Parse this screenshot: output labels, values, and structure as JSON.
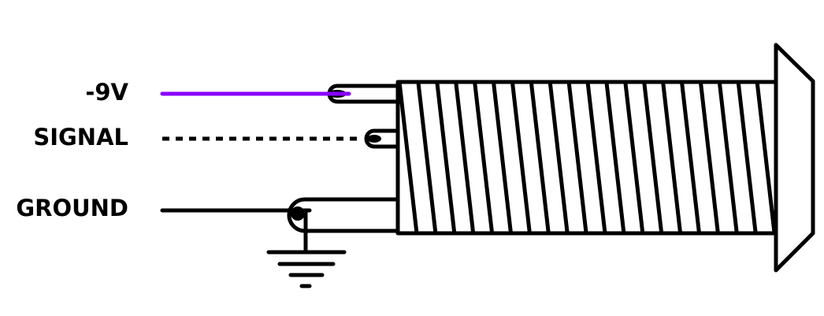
{
  "labels": {
    "neg9v": "-9V",
    "signal": "SIGNAL",
    "ground": "GROUND"
  },
  "colors": {
    "neg9v_wire": "#8800ff",
    "line": "#000000"
  },
  "thread_count": 20
}
